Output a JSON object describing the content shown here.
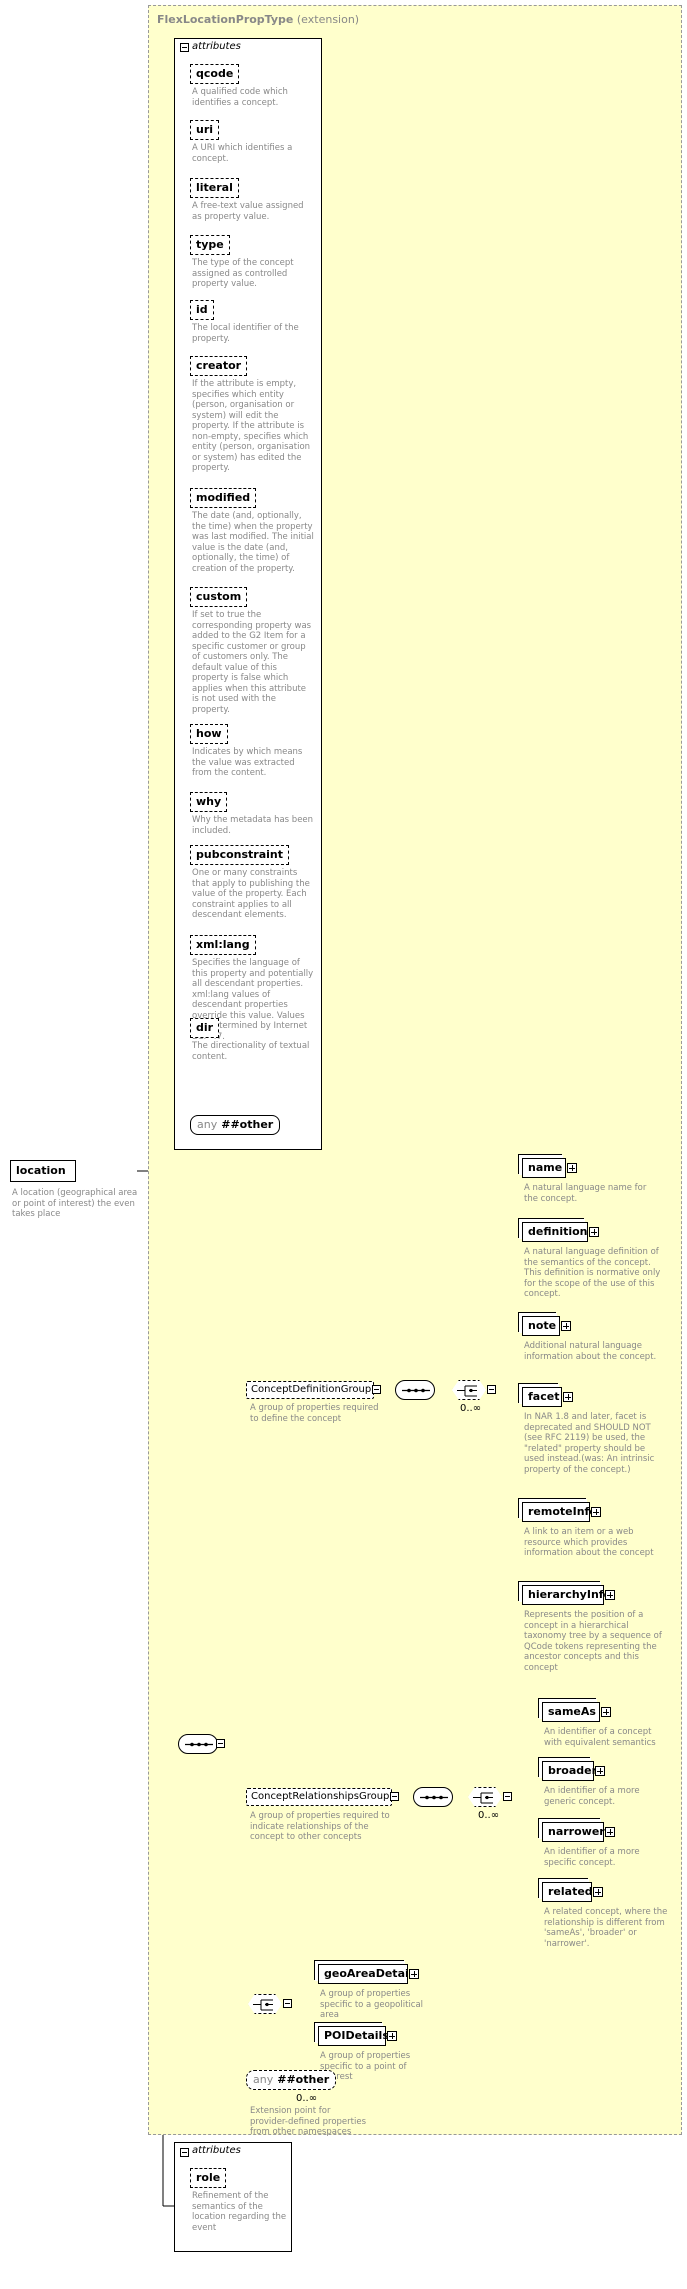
{
  "type": {
    "name": "FlexLocationPropType",
    "derivation": "(extension)"
  },
  "attributes_header": "attributes",
  "attributes": [
    {
      "name": "qcode",
      "desc": "A qualified code which identifies a concept."
    },
    {
      "name": "uri",
      "desc": "A URI which identifies a concept."
    },
    {
      "name": "literal",
      "desc": "A free-text value assigned as property value."
    },
    {
      "name": "type",
      "desc": "The type of the concept assigned as controlled property value."
    },
    {
      "name": "id",
      "desc": "The local identifier of the property."
    },
    {
      "name": "creator",
      "desc": "If the attribute is empty, specifies which entity (person, organisation or system) will edit the property. If the attribute is non-empty, specifies which entity (person, organisation or system) has edited the property."
    },
    {
      "name": "modified",
      "desc": "The date (and, optionally, the time) when the property was last modified. The initial value is the date (and, optionally, the time) of creation of the property."
    },
    {
      "name": "custom",
      "desc": "If set to true the corresponding property was added to the G2 Item for a specific customer or group of customers only. The default value of this property is false which applies when this attribute is not used with the property."
    },
    {
      "name": "how",
      "desc": "Indicates by which means the value was extracted from the content."
    },
    {
      "name": "why",
      "desc": "Why the metadata has been included."
    },
    {
      "name": "pubconstraint",
      "desc": "One or many constraints that apply to publishing the value of the property. Each constraint applies to all descendant elements."
    },
    {
      "name": "xml:lang",
      "desc": "Specifies the language of this property and potentially all descendant properties. xml:lang values of descendant properties override this value. Values are determined by Internet BCP 47."
    },
    {
      "name": "dir",
      "desc": "The directionality of textual content."
    }
  ],
  "any_attr": {
    "any": "any",
    "other": "##other"
  },
  "root": {
    "name": "location",
    "desc": "A location (geographical area or point of interest) the even takes place"
  },
  "concept_definition_group": {
    "name": "ConceptDefinitionGroup",
    "desc": "A group of properties required to define the concept",
    "multiplicity": "0..∞",
    "elements": [
      {
        "name": "name",
        "desc": "A natural language name for the concept."
      },
      {
        "name": "definition",
        "desc": "A natural language definition of the semantics of the concept. This definition is normative only for the scope of the use of this concept."
      },
      {
        "name": "note",
        "desc": "Additional natural language information about the concept."
      },
      {
        "name": "facet",
        "desc": "In NAR 1.8 and later, facet is deprecated and SHOULD NOT (see RFC 2119) be used, the \"related\" property should be used instead.(was: An intrinsic property of the concept.)"
      },
      {
        "name": "remoteInfo",
        "desc": "A link to an item or a web resource which provides information about the concept"
      },
      {
        "name": "hierarchyInfo",
        "desc": "Represents the position of a concept in a hierarchical taxonomy tree by a sequence of QCode tokens representing the ancestor concepts and this concept"
      }
    ]
  },
  "concept_relationships_group": {
    "name": "ConceptRelationshipsGroup",
    "desc": "A group of properties required to indicate relationships of the concept to other concepts",
    "multiplicity": "0..∞",
    "elements": [
      {
        "name": "sameAs",
        "desc": "An identifier of a concept with equivalent semantics"
      },
      {
        "name": "broader",
        "desc": "An identifier of a more generic concept."
      },
      {
        "name": "narrower",
        "desc": "An identifier of a more specific concept."
      },
      {
        "name": "related",
        "desc": "A related concept, where the relationship is different from 'sameAs', 'broader' or 'narrower'."
      }
    ]
  },
  "choice_elements": [
    {
      "name": "geoAreaDetails",
      "desc": "A group of properties specific to a geopolitical area"
    },
    {
      "name": "POIDetails",
      "desc": "A group of properties specific to a point of interest"
    }
  ],
  "any_element": {
    "any": "any",
    "other": "##other",
    "multiplicity": "0..∞",
    "desc": "Extension point for provider-defined properties from other namespaces"
  },
  "bottom_attributes_header": "attributes",
  "bottom_attributes": [
    {
      "name": "role",
      "desc": "Refinement of the semantics of the location regarding the event"
    }
  ]
}
